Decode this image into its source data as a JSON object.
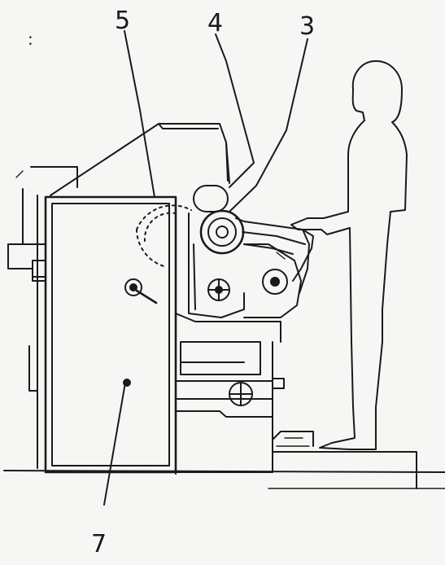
{
  "figure": {
    "labels": {
      "part_5": "5",
      "part_4": "4",
      "part_3": "3",
      "part_7": "7"
    },
    "corner_mark": ":",
    "subject": "machine-with-standing-operator"
  },
  "colors": {
    "background": "#f6f6f4",
    "ink": "#1a1a1a"
  }
}
